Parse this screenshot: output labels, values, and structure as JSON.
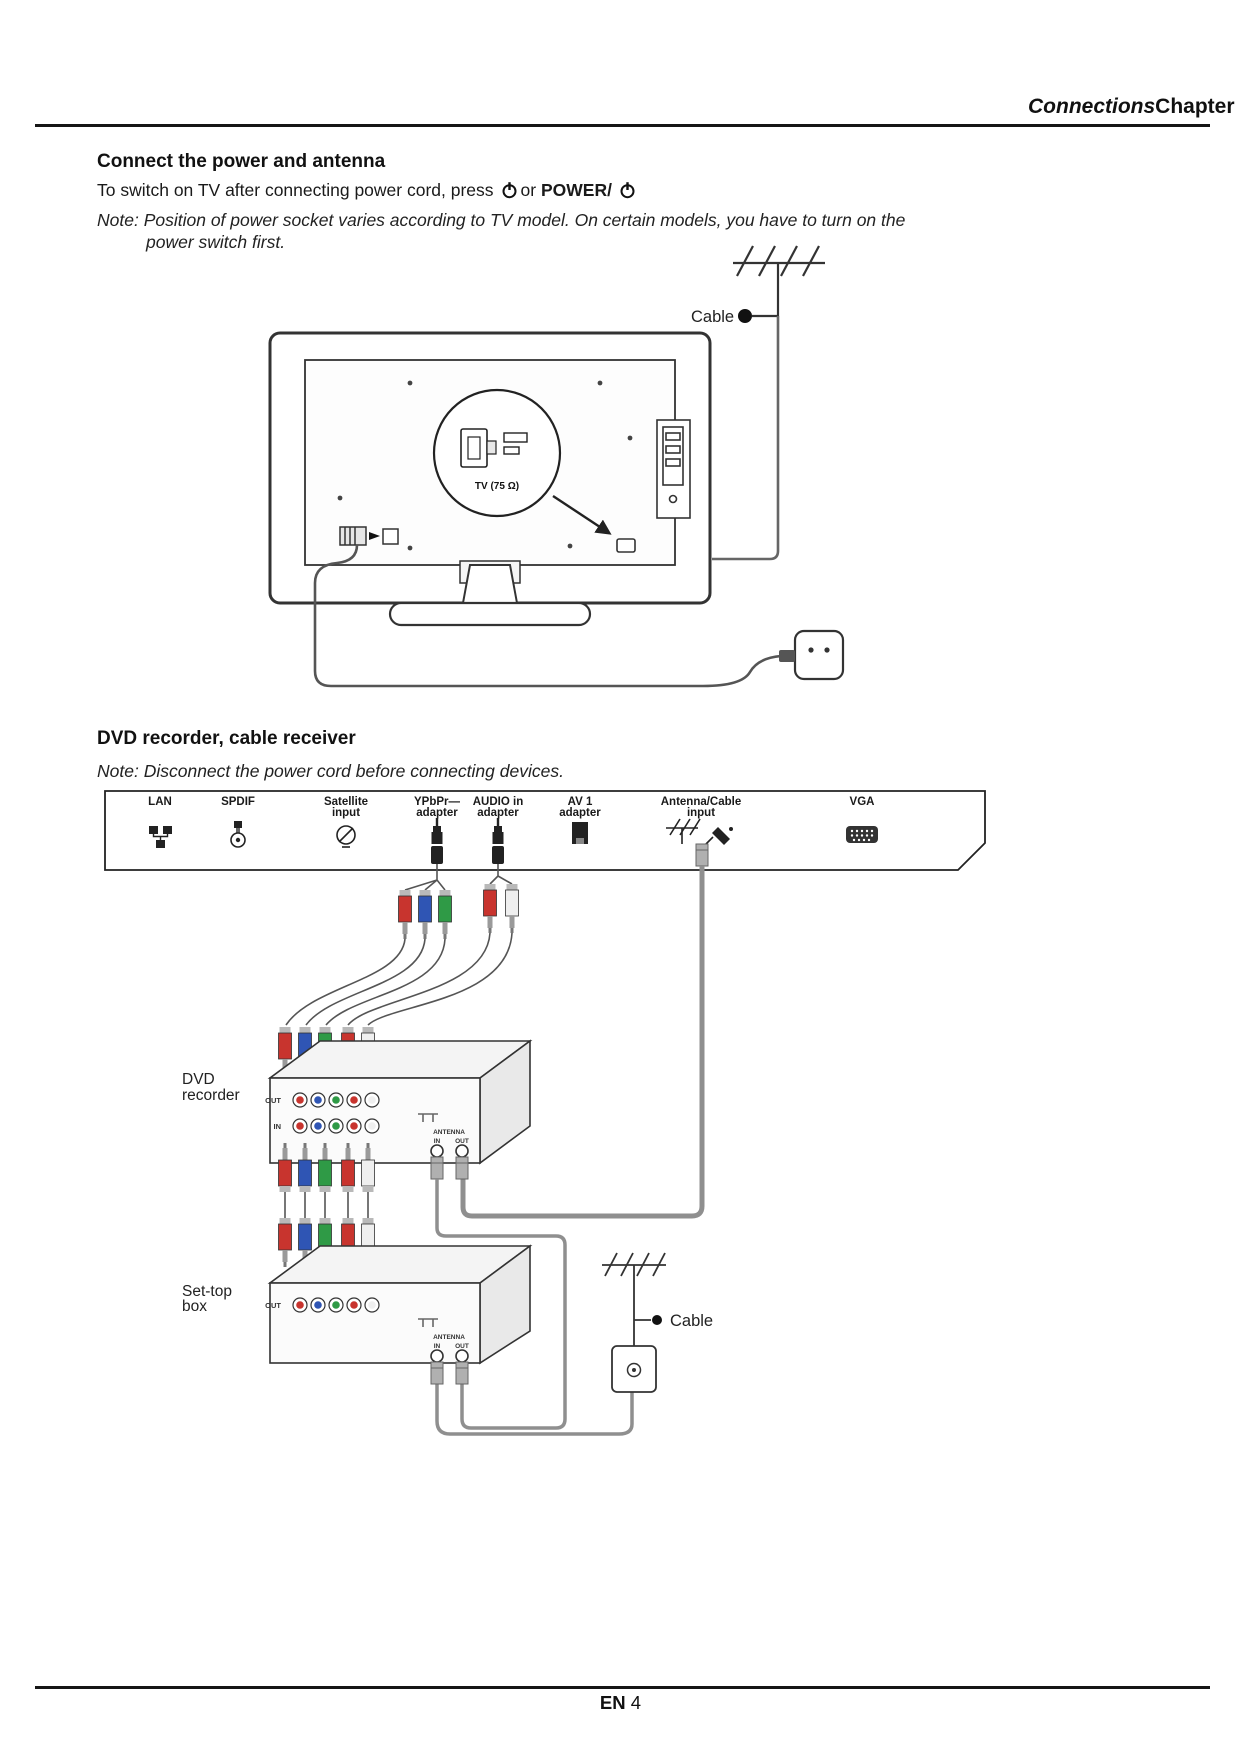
{
  "header": {
    "chapter_italic": "Connections",
    "chapter_bold": "Chapter"
  },
  "section_power": {
    "title": "Connect the power and antenna",
    "line_prefix": "To switch on TV after connecting power cord, press",
    "line_or": "or",
    "line_power": "POWER/",
    "note_label": "Note:",
    "note_line1": "Position of power socket varies according to TV model. On certain models, you have to turn on the",
    "note_line2": "power switch first.",
    "diagram": {
      "cable_label": "Cable",
      "tv_connector_label": "TV (75 Ω)"
    }
  },
  "section_dvd": {
    "title": "DVD recorder, cable receiver",
    "note_label": "Note:",
    "note_text": "Disconnect the power cord before connecting devices.",
    "panel_ports": [
      {
        "line1": "LAN",
        "line2": ""
      },
      {
        "line1": "SPDIF",
        "line2": ""
      },
      {
        "line1": "Satellite",
        "line2": "input"
      },
      {
        "line1": "YPbPr—",
        "line2": "adapter"
      },
      {
        "line1": "AUDIO in",
        "line2": "adapter"
      },
      {
        "line1": "AV 1",
        "line2": "adapter"
      },
      {
        "line1": "Antenna/Cable",
        "line2": "input"
      },
      {
        "line1": "VGA",
        "line2": ""
      }
    ],
    "dvd_label_line1": "DVD",
    "dvd_label_line2": "recorder",
    "stb_label_line1": "Set-top",
    "stb_label_line2": "box",
    "cable_label": "Cable",
    "device_text": {
      "antenna": "ANTENNA",
      "in": "IN",
      "out": "OUT"
    }
  },
  "footer": {
    "lang": "EN",
    "page": "4"
  },
  "colors": {
    "rca_red": "#c8342e",
    "rca_blue": "#2f55b4",
    "rca_green": "#2f9a46",
    "rca_white": "#efefef",
    "line": "#555555"
  }
}
